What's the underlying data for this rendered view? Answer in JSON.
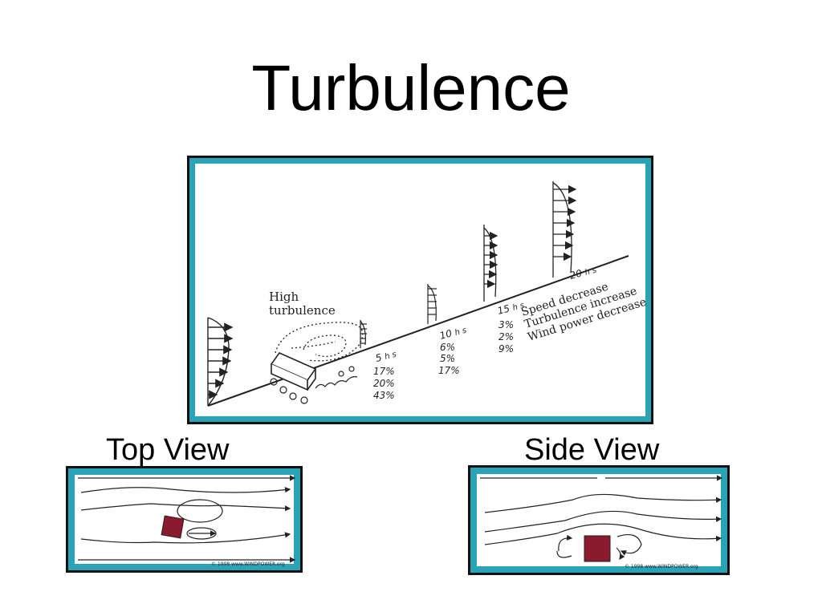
{
  "title": "Turbulence",
  "main_diagram": {
    "label_high": "High",
    "label_turbulence": "turbulence",
    "stations": [
      {
        "distance": "5",
        "unit": "h s",
        "values": [
          "17%",
          "20%",
          "43%"
        ]
      },
      {
        "distance": "10",
        "unit": "h s",
        "values": [
          "6%",
          "5%",
          "17%"
        ]
      },
      {
        "distance": "15",
        "unit": "h s",
        "values": [
          "3%",
          "2%",
          "9%"
        ]
      },
      {
        "distance": "20",
        "unit": "h s",
        "values": []
      }
    ],
    "legend": [
      "Speed decrease",
      "Turbulence increase",
      "Wind power decrease"
    ]
  },
  "top_view": {
    "label": "Top View",
    "copyright": "© 1998 www.WINDPOWER.org",
    "obstacle_color": "#8b1a2e"
  },
  "side_view": {
    "label": "Side View",
    "copyright": "© 1998 www.WINDPOWER.org",
    "obstacle_color": "#8b1a2e"
  },
  "colors": {
    "frame": "#2aa3b6",
    "obstacle": "#8b1a2e"
  }
}
